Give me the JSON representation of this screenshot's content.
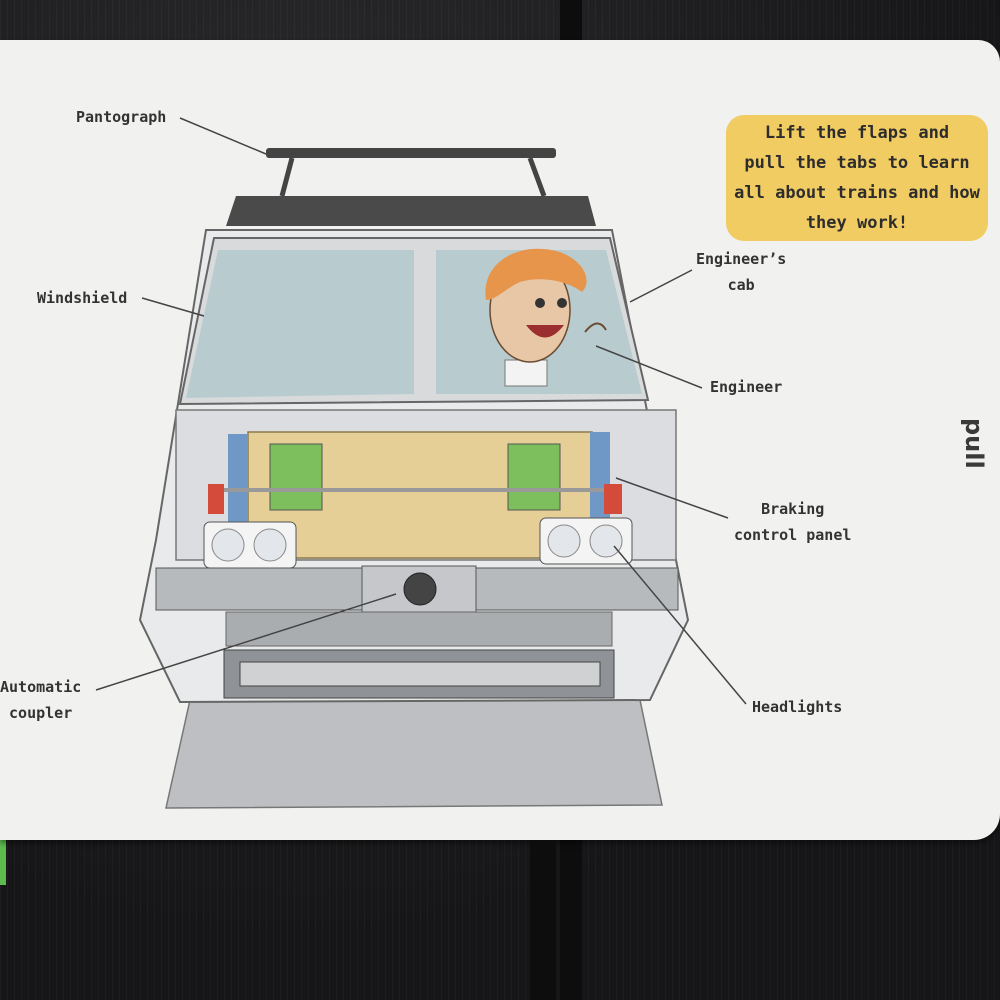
{
  "callout": {
    "line1": "Lift the flaps and",
    "line2": "pull the tabs to learn",
    "line3": "all about trains and how",
    "line4": "they work!"
  },
  "labels": {
    "pantograph": "Pantograph",
    "windshield": "Windshield",
    "engineers_cab": "Engineer’s\ncab",
    "engineer": "Engineer",
    "braking_control_panel": "Braking\ncontrol panel",
    "automatic_coupler": "Automatic\ncoupler",
    "headlights": "Headlights"
  },
  "pull_tab": "pull",
  "colors": {
    "page": "#f1f1ef",
    "callout": "#f1cc63",
    "windshield": "#b8ccd0",
    "engine_block": "#e6cf96",
    "train_body": "#c9cbcd",
    "background": "#1c1c1e"
  }
}
